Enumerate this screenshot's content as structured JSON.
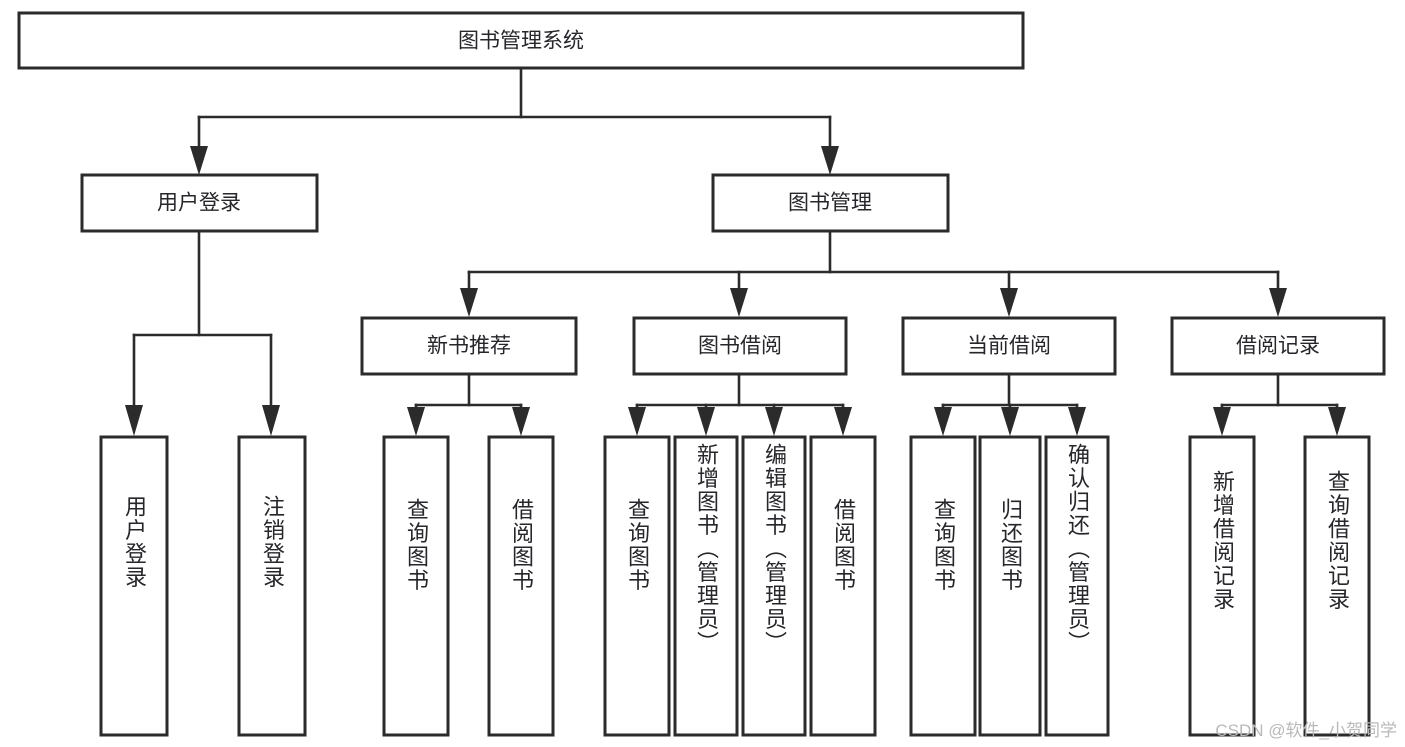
{
  "diagram": {
    "title": "图书管理系统",
    "type": "tree-hierarchy-diagram",
    "colors": {
      "stroke": "#2b2b2b",
      "box_fill": "#ffffff",
      "text": "#26262b",
      "background": "#ffffff",
      "watermark": "#b9b9b9"
    },
    "root": {
      "label": "图书管理系统"
    },
    "level2": [
      {
        "label": "用户登录"
      },
      {
        "label": "图书管理"
      }
    ],
    "level3": [
      {
        "label": "新书推荐"
      },
      {
        "label": "图书借阅"
      },
      {
        "label": "当前借阅"
      },
      {
        "label": "借阅记录"
      }
    ],
    "leaves": {
      "user_login": [
        {
          "label": "用户登录"
        },
        {
          "label": "注销登录"
        }
      ],
      "new_book_recommend": [
        {
          "label": "查询图书"
        },
        {
          "label": "借阅图书"
        }
      ],
      "book_borrow": [
        {
          "label": "查询图书"
        },
        {
          "label": "新增图书（管理员）"
        },
        {
          "label": "编辑图书（管理员）"
        },
        {
          "label": "借阅图书"
        }
      ],
      "current_borrow": [
        {
          "label": "查询图书"
        },
        {
          "label": "归还图书"
        },
        {
          "label": "确认归还（管理员）"
        }
      ],
      "borrow_record": [
        {
          "label": "新增借阅记录"
        },
        {
          "label": "查询借阅记录"
        }
      ]
    },
    "watermark": "CSDN @软件_小贺同学"
  }
}
